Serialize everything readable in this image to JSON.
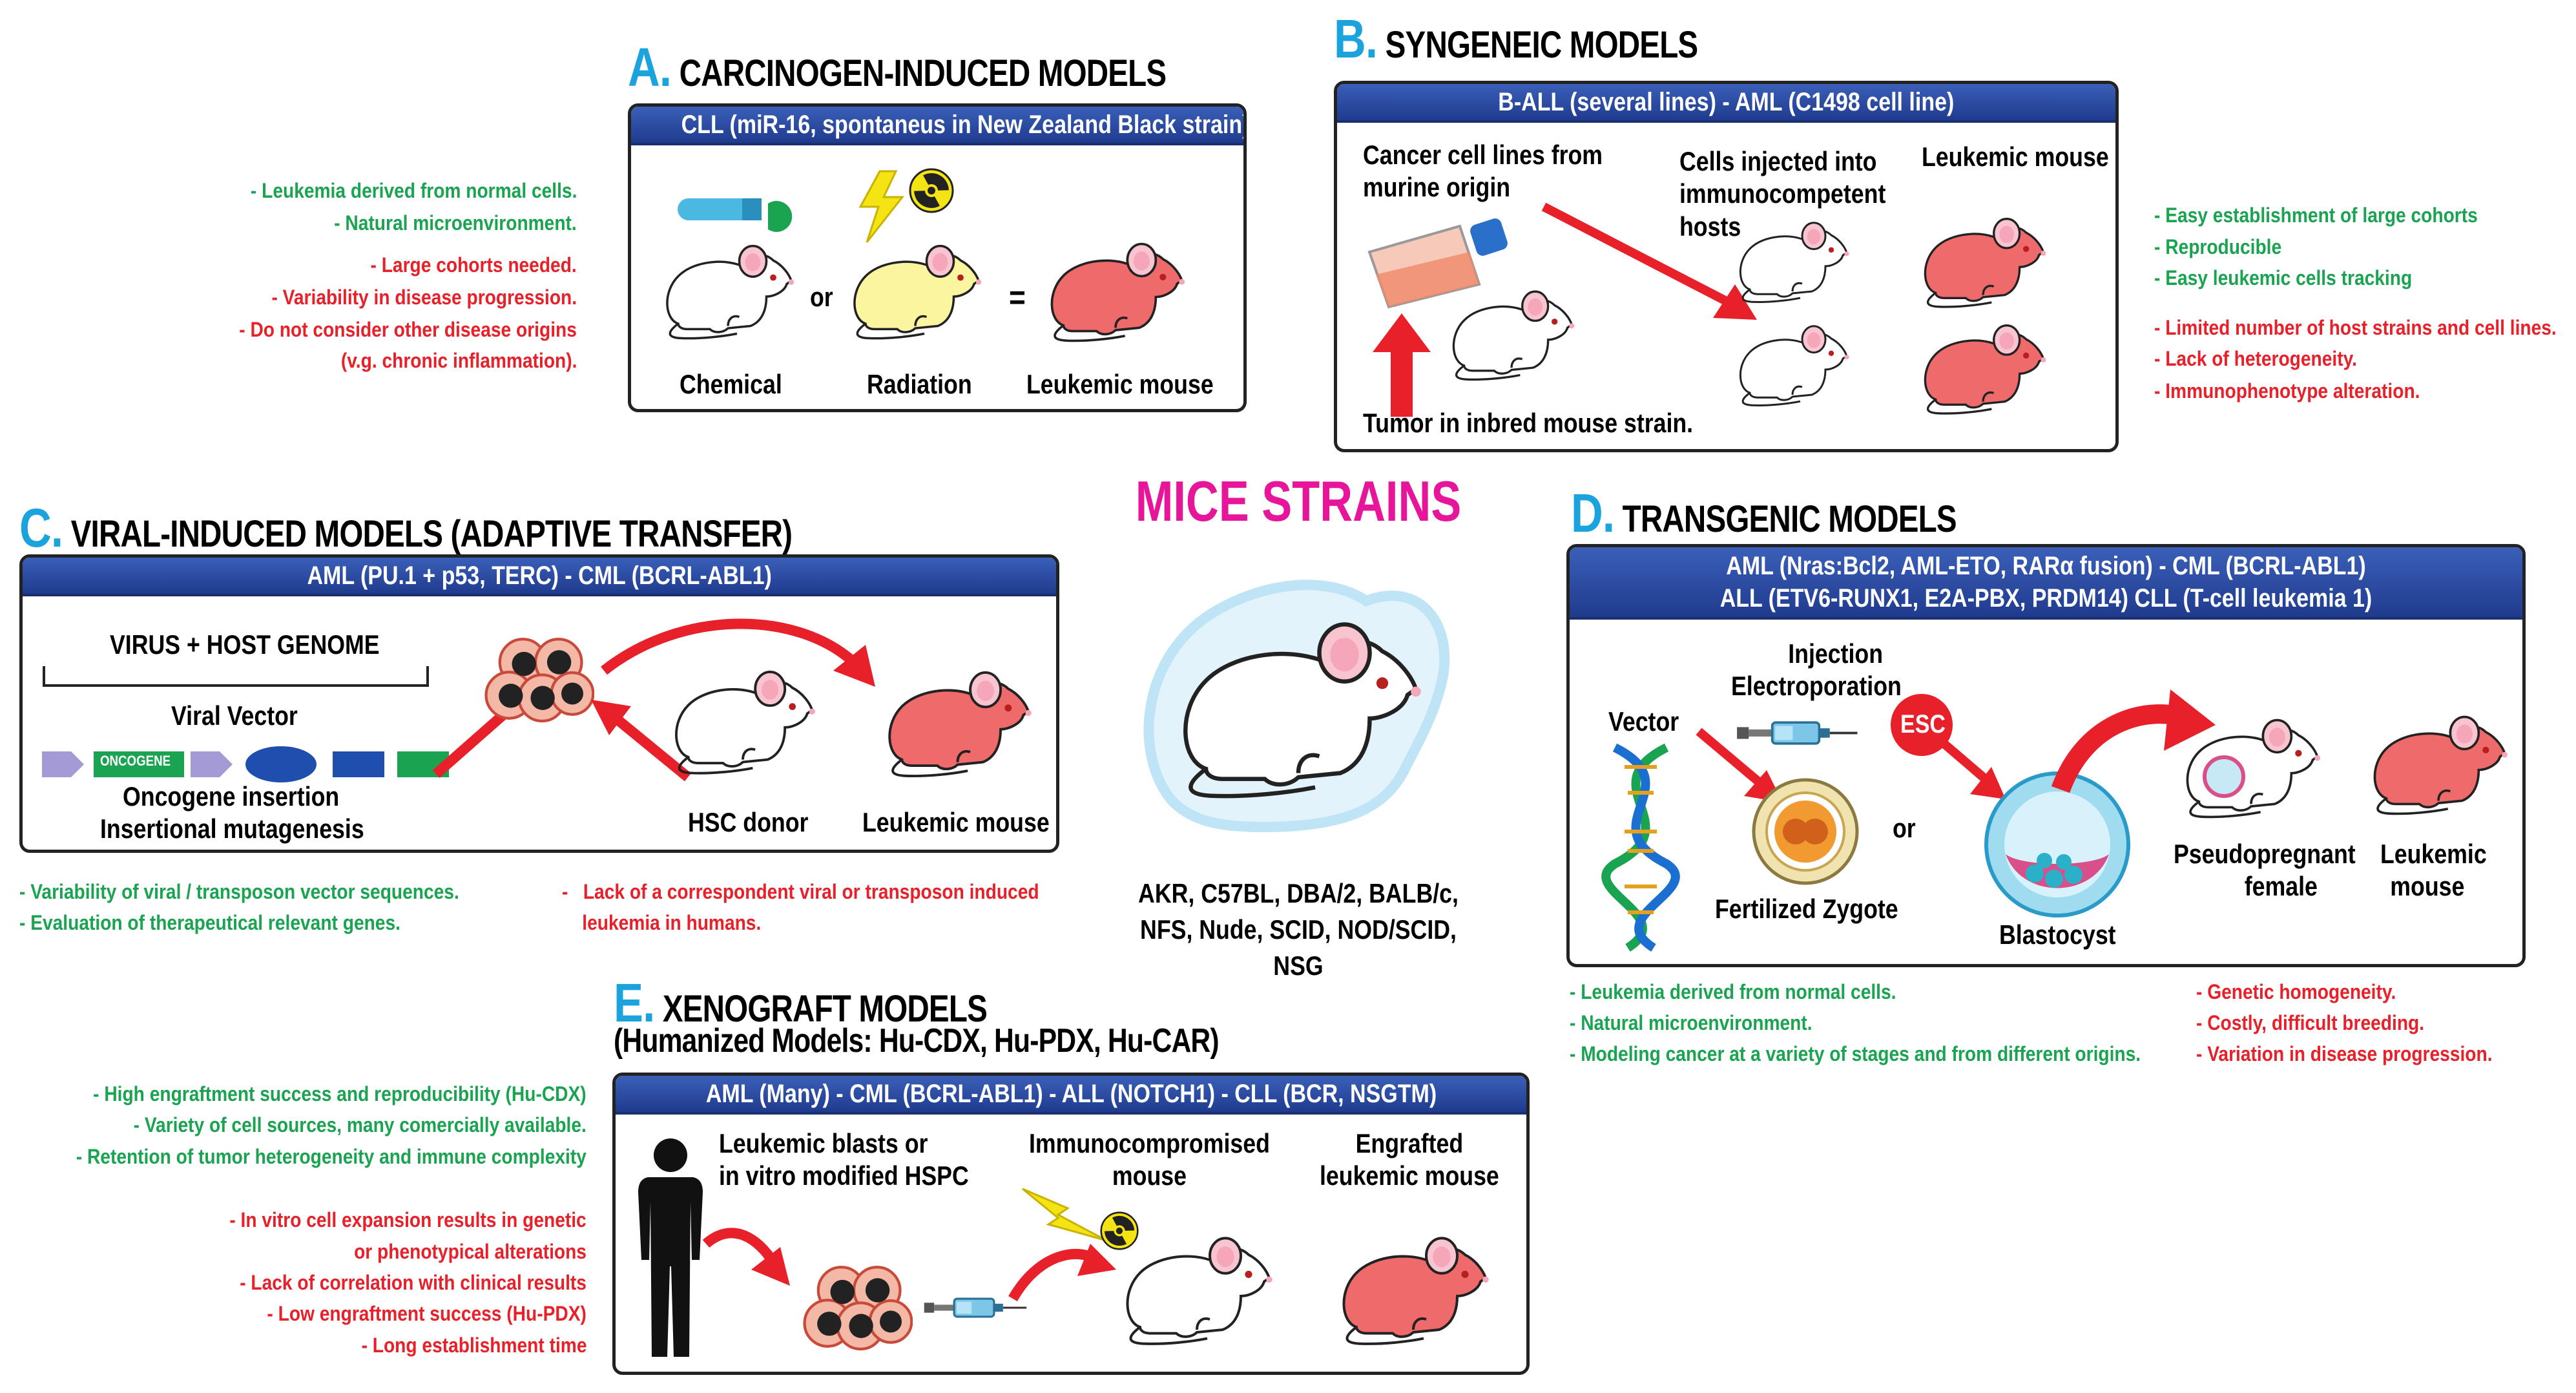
{
  "center": {
    "title": "MICE STRAINS",
    "strains": [
      "AKR, C57BL, DBA/2, BALB/c,",
      "NFS, Nude, SCID, NOD/SCID, NSG"
    ]
  },
  "A": {
    "letter": "A.",
    "title": "CARCINOGEN-INDUCED MODELS",
    "bar": "CLL (miR-16, spontaneus in New Zealand Black strain)",
    "labels": {
      "chemical": "Chemical",
      "radiation": "Radiation",
      "leukemic": "Leukemic mouse",
      "or": "or",
      "eq": "="
    },
    "pros": [
      "- Leukemia derived from normal cells.",
      "- Natural microenvironment."
    ],
    "cons": [
      "- Large cohorts needed.",
      "- Variability in disease progression.",
      "- Do not consider other disease origins",
      "(v.g. chronic inflammation)."
    ]
  },
  "B": {
    "letter": "B.",
    "title": "SYNGENEIC MODELS",
    "bar": "B-ALL (several lines) - AML (C1498 cell line)",
    "labels": {
      "cancer_cells": [
        "Cancer cell lines from",
        "murine origin"
      ],
      "injected": [
        "Cells injected into",
        "immunocompetent",
        "hosts"
      ],
      "leukemic": "Leukemic mouse",
      "tumor": "Tumor in inbred mouse strain."
    },
    "pros": [
      "- Easy establishment of large cohorts",
      "- Reproducible",
      "- Easy leukemic cells tracking"
    ],
    "cons": [
      "- Limited number of host strains and cell lines.",
      "- Lack of heterogeneity.",
      "- Immunophenotype alteration."
    ]
  },
  "C": {
    "letter": "C.",
    "title": "VIRAL-INDUCED MODELS (ADAPTIVE TRANSFER)",
    "bar": "AML  (PU.1 + p53, TERC) - CML (BCRL-ABL1)",
    "labels": {
      "virus": "VIRUS + HOST GENOME",
      "vector": "Viral Vector",
      "oncogene_tag": "ONCOGENE",
      "insertion": "Oncogene insertion",
      "mutagenesis": "Insertional mutagenesis",
      "hsc": "HSC donor",
      "leukemic": "Leukemic mouse"
    },
    "pros": [
      "-   Variability of viral / transposon vector sequences.",
      "-   Evaluation of therapeutical relevant genes."
    ],
    "cons": [
      "-   Lack of a correspondent viral or transposon induced",
      "    leukemia in humans."
    ]
  },
  "D": {
    "letter": "D.",
    "title": "TRANSGENIC MODELS",
    "bar": [
      "AML  (Nras:Bcl2, AML-ETO, RARα fusion) - CML (BCRL-ABL1)",
      "ALL (ETV6-RUNX1, E2A-PBX, PRDM14) CLL (T-cell leukemia 1)"
    ],
    "labels": {
      "vector": "Vector",
      "injection": [
        "Injection",
        "Electroporation"
      ],
      "esc": "ESC",
      "or": "or",
      "zygote": "Fertilized Zygote",
      "blastocyst": "Blastocyst",
      "pseudo": [
        "Pseudopregnant",
        "female"
      ],
      "leukemic": [
        "Leukemic",
        "mouse"
      ]
    },
    "pros": [
      "-   Leukemia derived from normal cells.",
      "-   Natural microenvironment.",
      "-   Modeling cancer at a variety of stages and from different origins."
    ],
    "cons": [
      "-   Genetic homogeneity.",
      "-   Costly, difficult breeding.",
      "-   Variation in disease progression."
    ]
  },
  "E": {
    "letter": "E.",
    "title": "XENOGRAFT MODELS",
    "subtitle": "(Humanized Models: Hu-CDX, Hu-PDX, Hu-CAR)",
    "bar": "AML  (Many) - CML (BCRL-ABL1) - ALL (NOTCH1) - CLL (BCR, NSGTM)",
    "labels": {
      "blasts": [
        "Leukemic blasts or",
        "in vitro modified HSPC"
      ],
      "immuno": [
        "Immunocompromised",
        "mouse"
      ],
      "engrafted": [
        "Engrafted",
        "leukemic mouse"
      ]
    },
    "pros": [
      "- High engraftment success and reproducibility (Hu-CDX)",
      "- Variety of cell sources, many comercially available.",
      "- Retention of tumor heterogeneity and immune complexity"
    ],
    "cons": [
      "- In vitro cell expansion results in genetic",
      "or phenotypical alterations",
      "- Lack of correlation with clinical results",
      "- Low engraftment success (Hu-PDX)",
      "- Long establishment time"
    ]
  },
  "colors": {
    "accent_letter": "#1aa3dc",
    "bar": "#2a4aa2",
    "pro": "#1aa350",
    "con": "#e8202a",
    "mouse_red": "#ef6b6b",
    "title_pink": "#e6159a"
  }
}
